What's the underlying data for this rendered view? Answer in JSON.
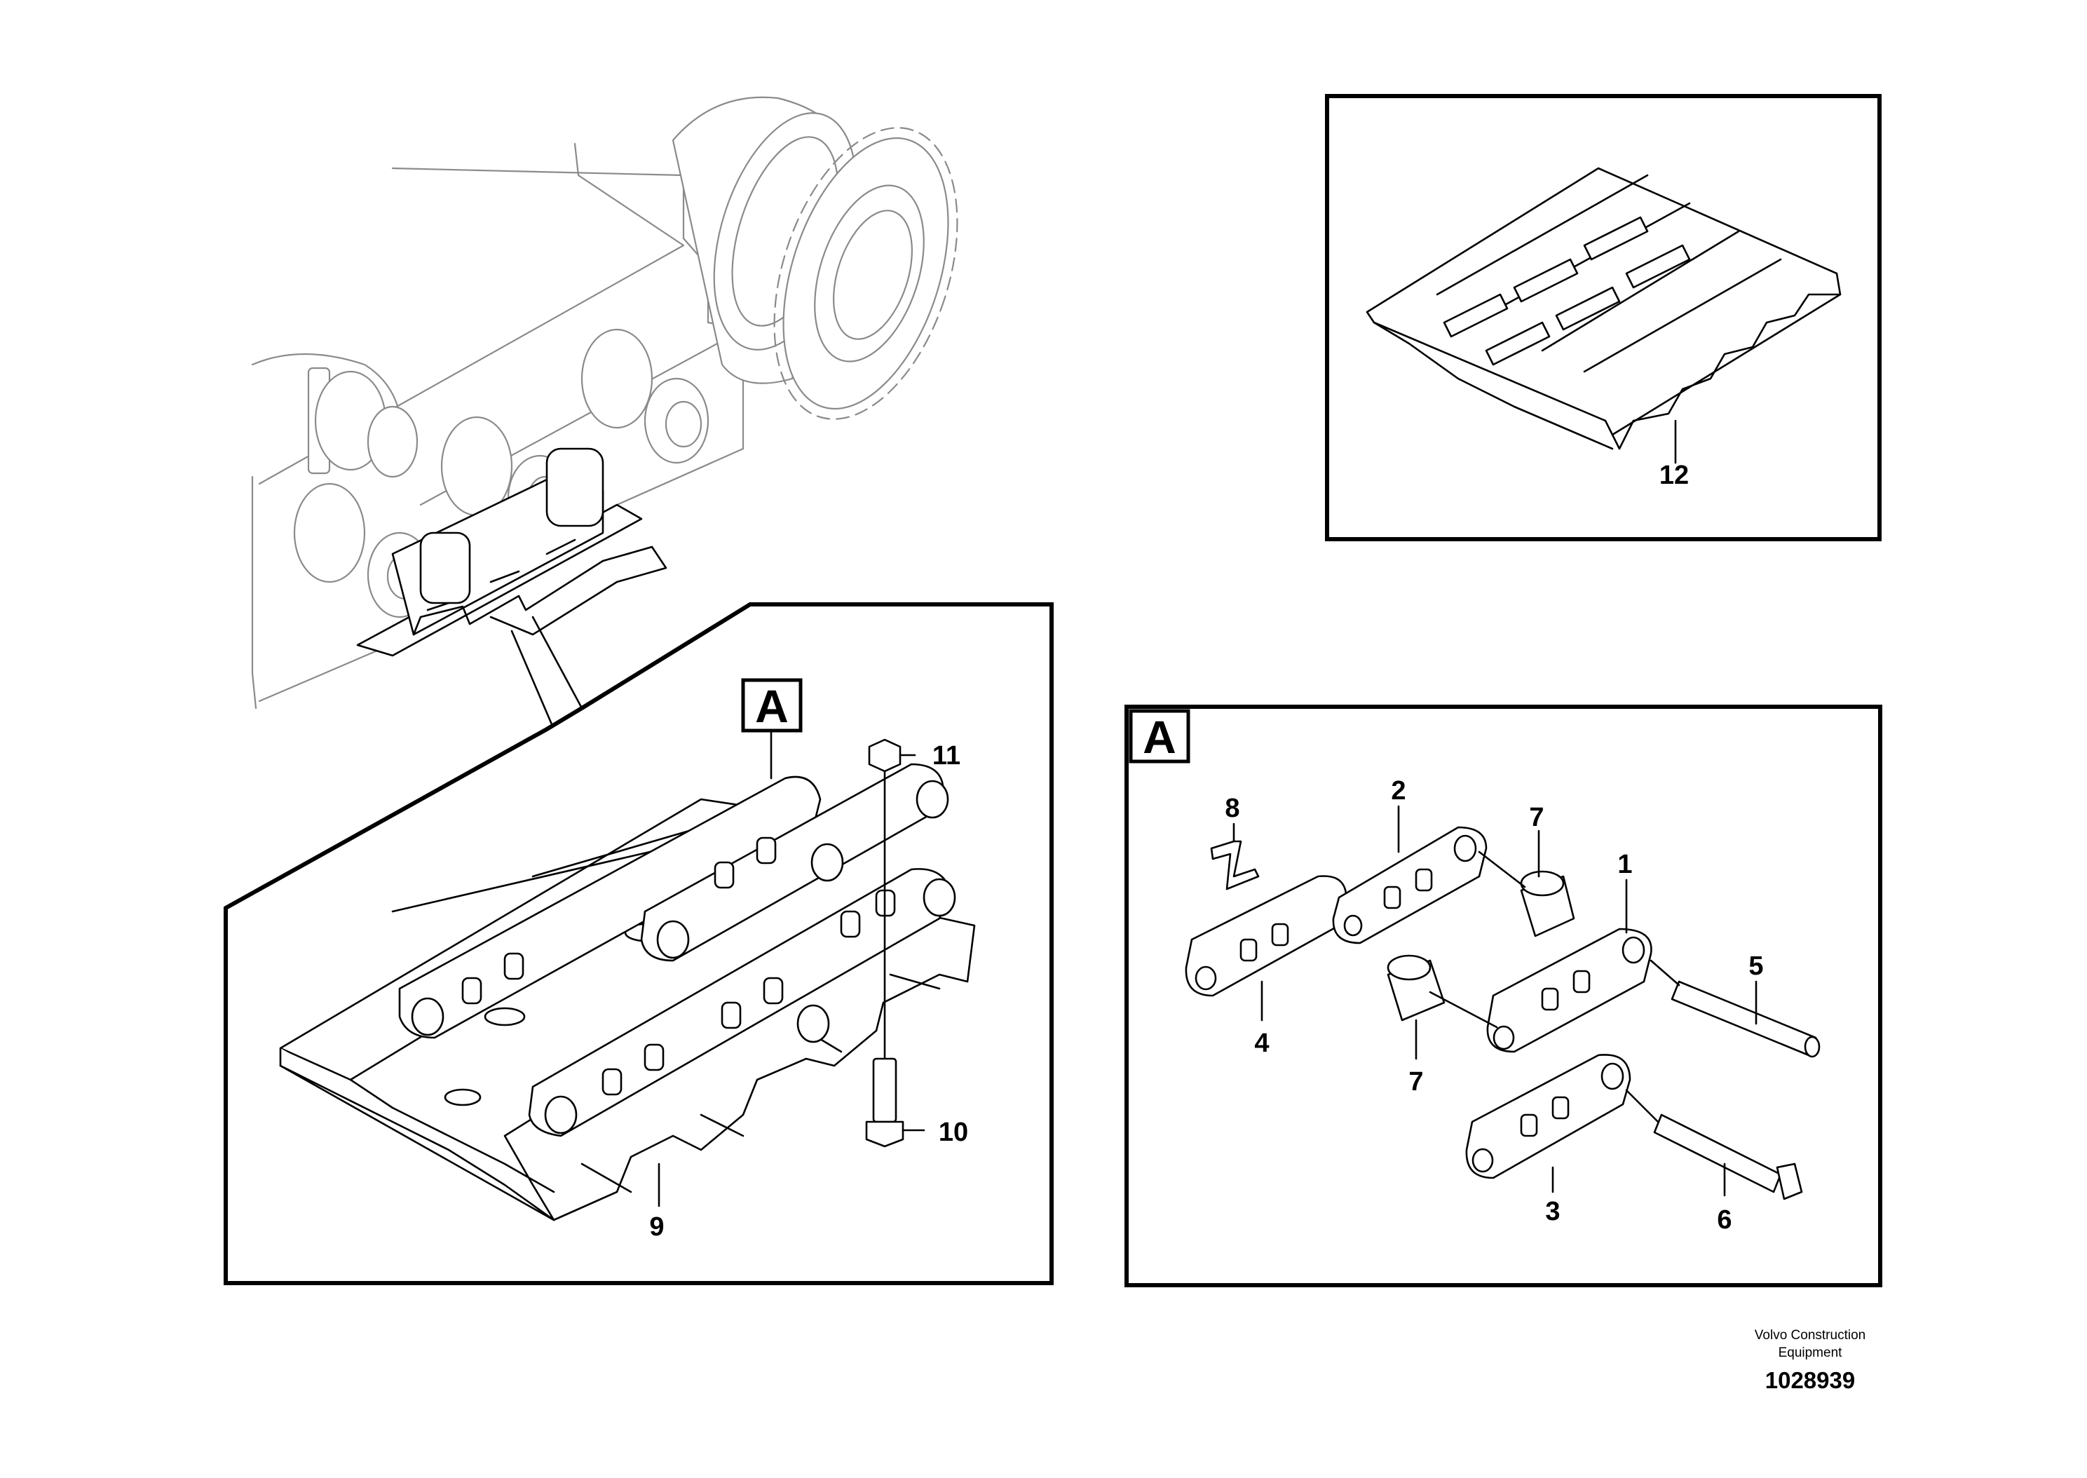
{
  "figure": {
    "detail_marker": "A",
    "callouts": {
      "c1": "1",
      "c2": "2",
      "c3": "3",
      "c4": "4",
      "c5": "5",
      "c6": "6",
      "c7a": "7",
      "c7b": "7",
      "c8": "8",
      "c9": "9",
      "c10": "10",
      "c11": "11",
      "c12": "12"
    },
    "footer": {
      "credit_line1": "Volvo Construction",
      "credit_line2": "Equipment",
      "drawing_number": "1028939"
    }
  }
}
